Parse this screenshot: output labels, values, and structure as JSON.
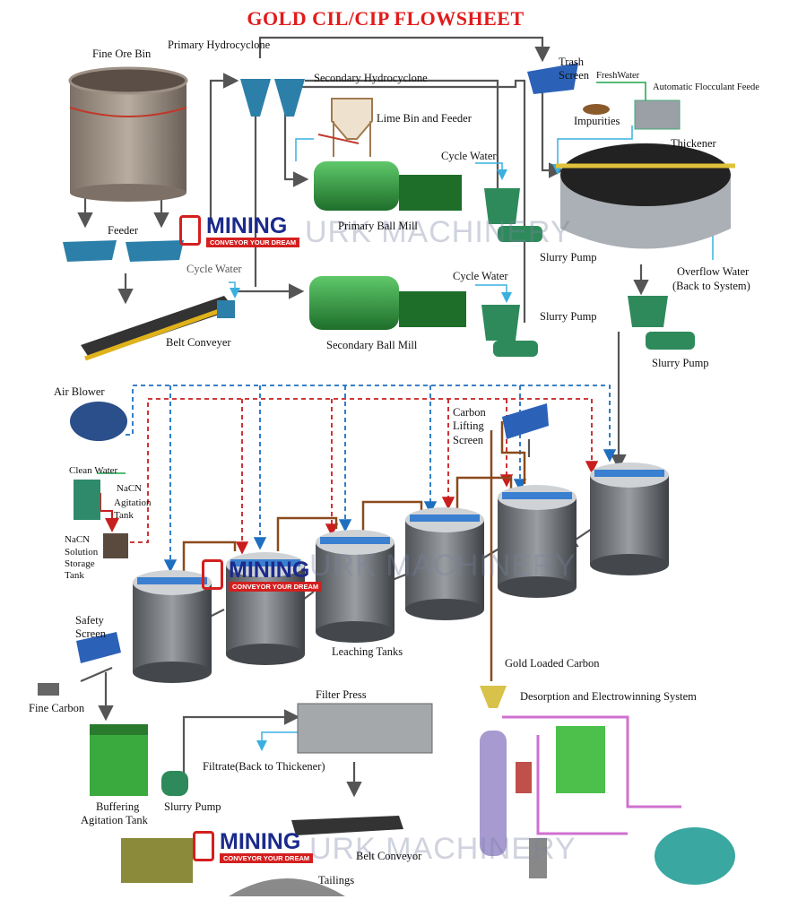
{
  "title": "GOLD CIL/CIP FLOWSHEET",
  "watermark": {
    "logo_text": "MINING",
    "logo_tagline": "CONVEYOR YOUR DREAM",
    "company_fragment": "URK MACHINERY"
  },
  "labels": {
    "fine_ore_bin": "Fine Ore Bin",
    "primary_hydrocyclone": "Primary Hydrocyclone",
    "secondary_hydrocyclone": "Secondary Hydrocyclone",
    "lime_bin": "Lime Bin and Feeder",
    "trash_screen_1": "Trash",
    "trash_screen_2": "Screen",
    "impurities": "Impurities",
    "fresh_water": "FreshWater",
    "flocculant_feeder": "Automatic Flocculant Feede",
    "thickener": "Thickener",
    "cycle_water_1": "Cycle Water",
    "primary_ball_mill": "Primary Ball Mill",
    "slurry_pump_1": "Slurry Pump",
    "feeder": "Feeder",
    "overflow_water_1": "Overflow Water",
    "overflow_water_2": "(Back to System)",
    "cycle_water_2": "Cycle Water",
    "cycle_water_3": "Cycle Water",
    "slurry_pump_2": "Slurry Pump",
    "belt_conveyer": "Belt Conveyer",
    "secondary_ball_mill": "Secondary Ball Mill",
    "slurry_pump_3": "Slurry Pump",
    "air_blower": "Air Blower",
    "carbon_lifting_1": "Carbon",
    "carbon_lifting_2": "Lifting",
    "carbon_lifting_3": "Screen",
    "clean_water": "Clean Water",
    "nacn": "NaCN",
    "agitation_tank_1": "Agitation",
    "agitation_tank_2": "Tank",
    "nacn_storage_1": "NaCN",
    "nacn_storage_2": "Solution",
    "nacn_storage_3": "Storage",
    "nacn_storage_4": "Tank",
    "safety_screen_1": "Safety",
    "safety_screen_2": "Screen",
    "leaching_tanks": "Leaching Tanks",
    "gold_loaded_carbon": "Gold Loaded Carbon",
    "fine_carbon": "Fine Carbon",
    "filter_press": "Filter Press",
    "desorption": "Desorption and Electrowinning System",
    "filtrate": "Filtrate(Back to Thickener)",
    "buffering_1": "Buffering",
    "buffering_2": "Agitation Tank",
    "slurry_pump_4": "Slurry Pump",
    "belt_conveyor": "Belt Conveyor",
    "tailings": "Tailings"
  },
  "colors": {
    "title": "#e21b1b",
    "process_line": "#555555",
    "water_line": "#3ab0e0",
    "air_line": "#1f6fc0",
    "cyanide_line": "#c81e1e",
    "carbon_line": "#8b4a1c",
    "fresh_water": "#1aa64a",
    "mill": "#2e9a3a",
    "tank": "#6f7276"
  }
}
